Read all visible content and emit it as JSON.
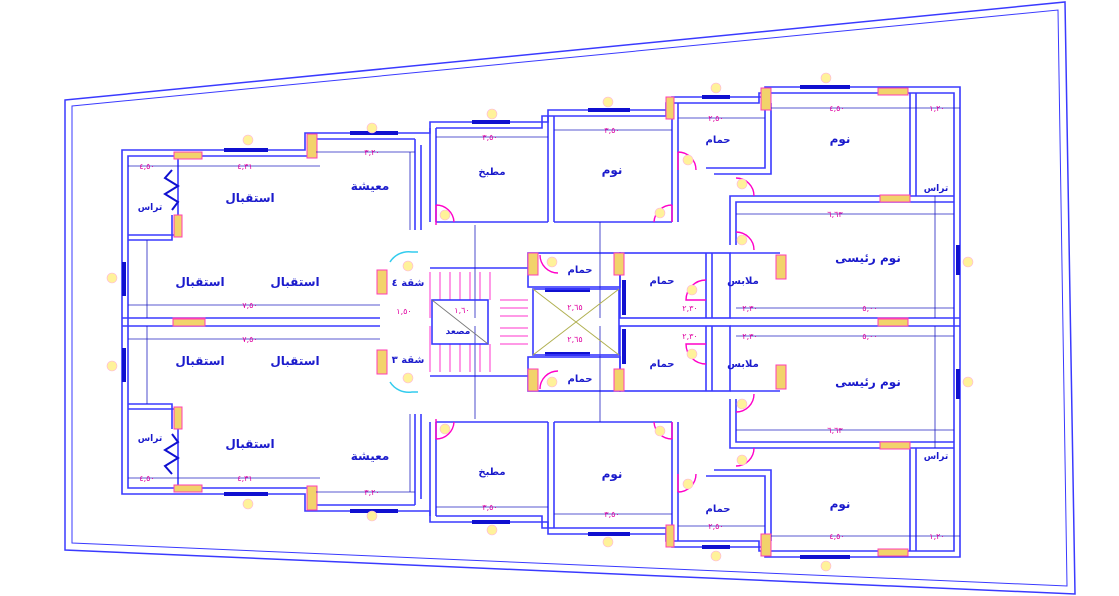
{
  "drawing": {
    "type": "architectural floor plan",
    "colors": {
      "walls": "#3a3aff",
      "dimensions": "#e000a0",
      "columns": "#f2d36b",
      "doors": "#ff00c8",
      "windows": "#1010d0",
      "entrance_doors": "#33ccee"
    },
    "rooms": {
      "reception": "استقبال",
      "living": "معيشة",
      "terrace": "تراس",
      "kitchen": "مطبخ",
      "bedroom": "نوم",
      "bathroom": "حمام",
      "master_bedroom": "نوم رئيسى",
      "dressing": "ملابس",
      "elevator": "مصعد",
      "apartment_4": "شقة ٤",
      "apartment_3": "شقة ٣"
    },
    "dimensions": [
      "٤,٣١",
      "٣,٢٠",
      "٧,٥٠",
      "١,٥٠",
      "٣,٥٠",
      "٣,٥٠",
      "٢,٥٠",
      "٤,٥٠",
      "١,٢٠",
      "٦,٦٣",
      "٢,٦٥",
      "٢,٣٠",
      "٢,٣٠",
      "٥,٠٠",
      "٤,٥٠",
      "١,٦٠"
    ]
  }
}
